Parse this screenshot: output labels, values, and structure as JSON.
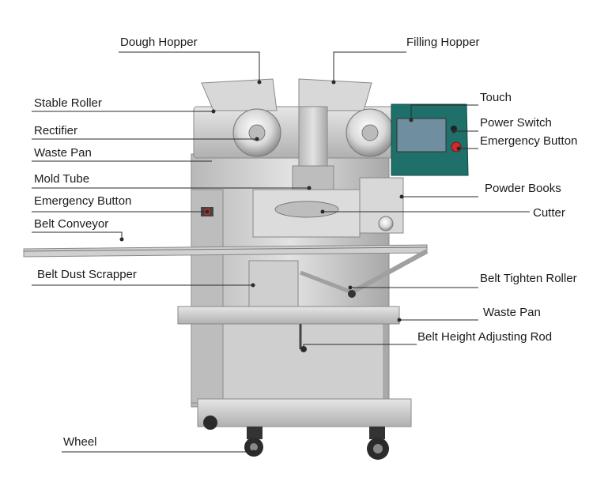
{
  "labels": {
    "dough_hopper": "Dough Hopper",
    "filling_hopper": "Filling Hopper",
    "stable_roller": "Stable Roller",
    "touch": "Touch",
    "rectifier": "Rectifier",
    "power_switch": "Power Switch",
    "emergency_button_right": "Emergency Button",
    "waste_pan_top": "Waste Pan",
    "mold_tube": "Mold Tube",
    "powder_books": "Powder Books",
    "emergency_button_left": "Emergency Button",
    "cutter": "Cutter",
    "belt_conveyor": "Belt Conveyor",
    "belt_dust_scrapper": "Belt Dust Scrapper",
    "belt_tighten_roller": "Belt Tighten Roller",
    "waste_pan_bottom": "Waste Pan",
    "belt_height_adjusting_rod": "Belt Height Adjusting Rod",
    "wheel": "Wheel"
  },
  "colors": {
    "steel": "#c9c9c9",
    "steel_dark": "#9a9a9a",
    "panel_teal": "#1f6f6a",
    "screen": "#6f8fa0",
    "emergency_red": "#d22a2a",
    "leader_line": "#2a2a2a"
  }
}
